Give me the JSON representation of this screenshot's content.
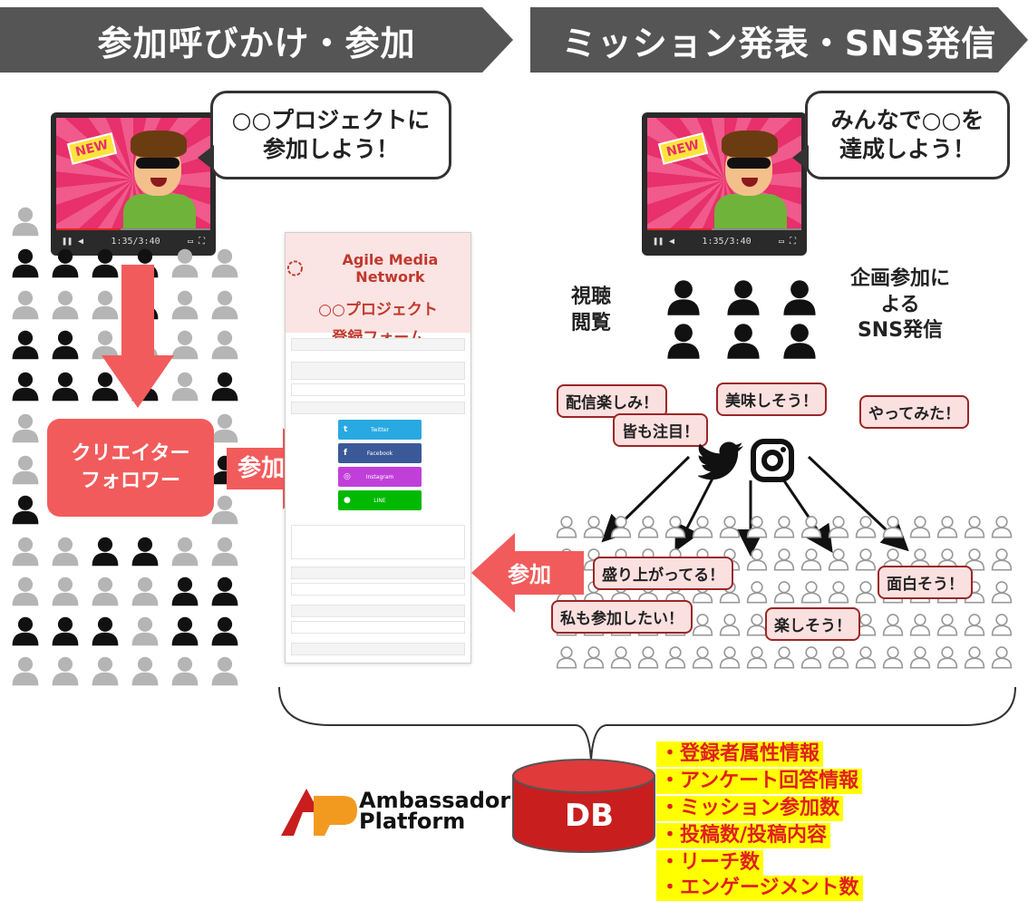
{
  "banners": {
    "left": "参加呼びかけ・参加",
    "right": "ミッション発表・SNS発信"
  },
  "videos": {
    "new_tag": "NEW",
    "time": "1:35/3:40"
  },
  "bubbles": {
    "left": "○○プロジェクトに\n参加しよう！",
    "right": "みんなで○○を\n達成しよう！"
  },
  "creator_box": "クリエイター\nフォロワー",
  "arrows": {
    "join_right": "参加",
    "join_left": "参加"
  },
  "form": {
    "brand": "Agile Media Network",
    "project": "○○プロジェクト",
    "register": "登録フォーム",
    "buttons": [
      "Twitter",
      "Facebook",
      "Instagram",
      "LINE"
    ]
  },
  "sns_labels": {
    "watch": "視聴\n閲覧",
    "participate": "企画参加に\nよる\nSNS発信"
  },
  "reactions_top": [
    "配信楽しみ！",
    "美味しそう！",
    "皆も注目！",
    "やってみた！"
  ],
  "reactions_bottom": [
    "盛り上がってる！",
    "面白そう！",
    "私も参加したい！",
    "楽しそう！"
  ],
  "platform": {
    "line1": "Ambassador",
    "line2": "Platform"
  },
  "db_label": "DB",
  "db_items": [
    "・登録者属性情報",
    "・アンケート回答情報",
    "・ミッション参加数",
    "・投稿数/投稿内容",
    "・リーチ数",
    "・エンゲージメント数"
  ],
  "colors": {
    "banner": "#555555",
    "accent_red": "#f25b5b",
    "bubble_pink": "#fbe0e0",
    "db_red": "#c81e1e",
    "highlight": "#ffff00"
  }
}
